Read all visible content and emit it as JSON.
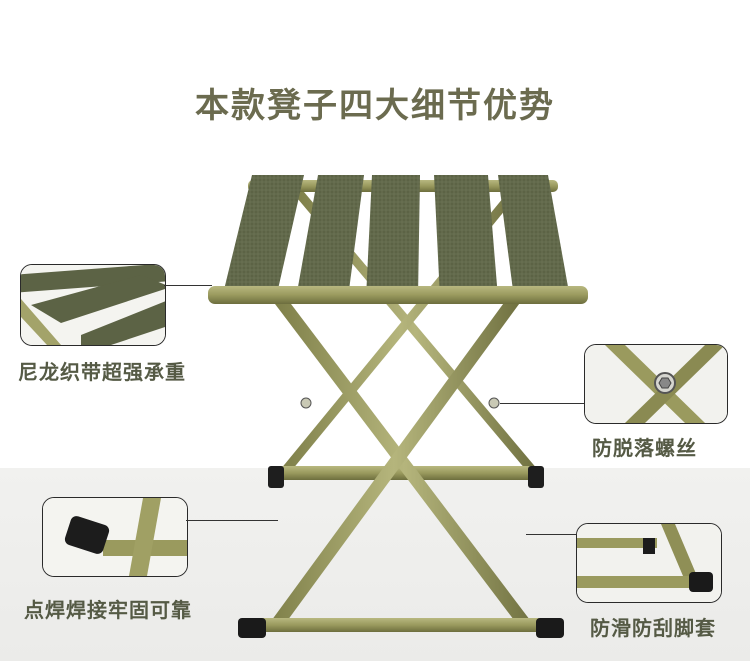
{
  "title": "本款凳子四大细节优势",
  "features": [
    {
      "label": "尼龙织带超强承重",
      "icon": "webbing-detail"
    },
    {
      "label": "防脱落螺丝",
      "icon": "screw-detail"
    },
    {
      "label": "点焊焊接牢固可靠",
      "icon": "welded-joint-detail"
    },
    {
      "label": "防滑防刮脚套",
      "icon": "foot-cover-detail"
    }
  ],
  "colors": {
    "frame": "#9a9a5e",
    "frame_shadow": "#6f7040",
    "strap": "#5c6345",
    "text": "#555a45",
    "title": "#6b6b4f"
  }
}
